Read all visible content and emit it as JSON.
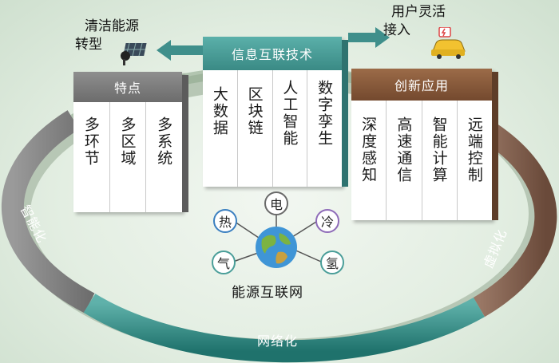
{
  "ring": {
    "left_label": "智能化",
    "bottom_label": "网络化",
    "right_label": "虚拟化"
  },
  "features_box": {
    "title": "特点",
    "items": [
      "多环节",
      "多区域",
      "多系统"
    ]
  },
  "tech_box": {
    "title": "信息互联技术",
    "items": [
      "大数据",
      "区块链",
      "人工智能",
      "数字孪生"
    ]
  },
  "apps_box": {
    "title": "创新应用",
    "items": [
      "深度感知",
      "高速通信",
      "智能计算",
      "远端控制"
    ]
  },
  "left_caption": [
    "清洁能源",
    "转型"
  ],
  "right_caption": [
    "用户灵活",
    "接入"
  ],
  "energy_center": {
    "label": "能源互联网",
    "nodes": [
      "电",
      "冷",
      "氢",
      "气",
      "热"
    ]
  },
  "colors": {
    "ring_gray": "#8a8a8a",
    "ring_teal": "#2d8a84",
    "ring_brown": "#7a5a48",
    "features_head": "#7a7a7a",
    "tech_head": "#4a9e99",
    "apps_head": "#8a5a3b",
    "arrow": "#3f8f8b"
  }
}
